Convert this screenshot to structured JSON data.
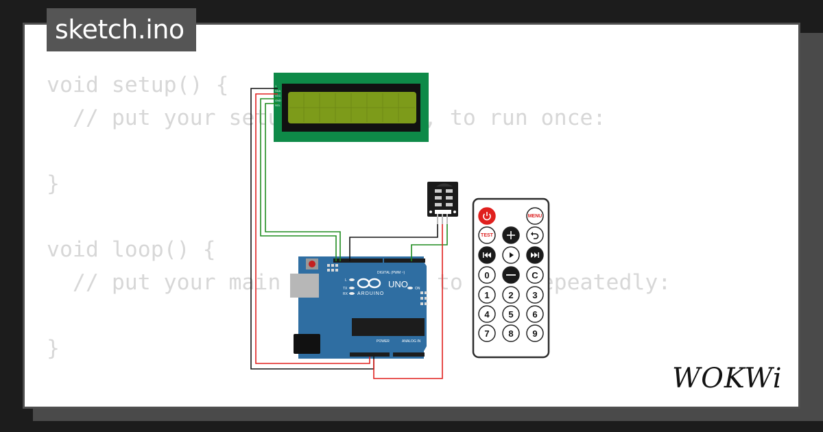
{
  "tab": {
    "filename": "sketch.ino"
  },
  "code": {
    "lines": [
      "void setup() {",
      "  // put your setup code here, to run once:",
      "",
      "}",
      "",
      "void loop() {",
      "  // put your main code here, to run repeatedly:",
      "",
      "}"
    ]
  },
  "lcd": {
    "pins": [
      "1",
      "SDA",
      "VCC",
      "GND",
      "SCL"
    ]
  },
  "arduino": {
    "model": "UNO",
    "brand": "ARDUINO",
    "labels": {
      "digital": "DIGITAL (PWM ~)",
      "power": "POWER",
      "analog": "ANALOG IN",
      "on": "ON",
      "l": "L",
      "tx": "TX",
      "rx": "RX"
    },
    "colors": {
      "board": "#2f6ea2"
    }
  },
  "remote": {
    "buttons": [
      {
        "id": "power",
        "label": "",
        "icon": "power-icon"
      },
      {
        "id": "menu",
        "label": "MENU"
      },
      {
        "id": "test",
        "label": "TEST"
      },
      {
        "id": "plus",
        "label": "",
        "icon": "plus-icon"
      },
      {
        "id": "back",
        "label": "",
        "icon": "back-arrow-icon"
      },
      {
        "id": "prev",
        "label": "",
        "icon": "rewind-icon"
      },
      {
        "id": "play",
        "label": "",
        "icon": "play-icon"
      },
      {
        "id": "next",
        "label": "",
        "icon": "fast-forward-icon"
      },
      {
        "id": "zero",
        "label": "0"
      },
      {
        "id": "minus",
        "label": "",
        "icon": "minus-icon"
      },
      {
        "id": "c",
        "label": "C"
      },
      {
        "id": "one",
        "label": "1"
      },
      {
        "id": "two",
        "label": "2"
      },
      {
        "id": "three",
        "label": "3"
      },
      {
        "id": "four",
        "label": "4"
      },
      {
        "id": "five",
        "label": "5"
      },
      {
        "id": "six",
        "label": "6"
      },
      {
        "id": "seven",
        "label": "7"
      },
      {
        "id": "eight",
        "label": "8"
      },
      {
        "id": "nine",
        "label": "9"
      }
    ]
  },
  "colors": {
    "wire_red": "#e0201e",
    "wire_green": "#1f8c1f",
    "wire_black": "#111111",
    "lcd_pcb": "#0e8a48",
    "lcd_screen": "#7d9b1a",
    "power_red": "#e0201e"
  },
  "logo": {
    "text": "WOKWi"
  }
}
